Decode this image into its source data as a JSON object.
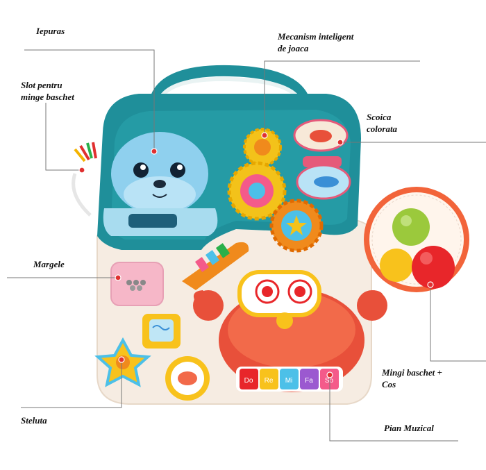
{
  "labels": {
    "iepuras": "Iepuras",
    "slot": "Slot pentru\nminge baschet",
    "margele": "Margele",
    "steluta": "Steluta",
    "mecanism": "Mecanism inteligent\nde joaca",
    "scoica": "Scoica\ncolorata",
    "mingi": "Mingi baschet +\nCos",
    "pian": "Pian Muzical"
  },
  "piano_keys": [
    "Do",
    "Re",
    "Mi",
    "Fa",
    "So"
  ],
  "colors": {
    "panel_teal": "#1f8f9a",
    "panel_cream": "#f6ece2",
    "crab_red": "#e8503a",
    "callout_dot": "#e03030"
  }
}
